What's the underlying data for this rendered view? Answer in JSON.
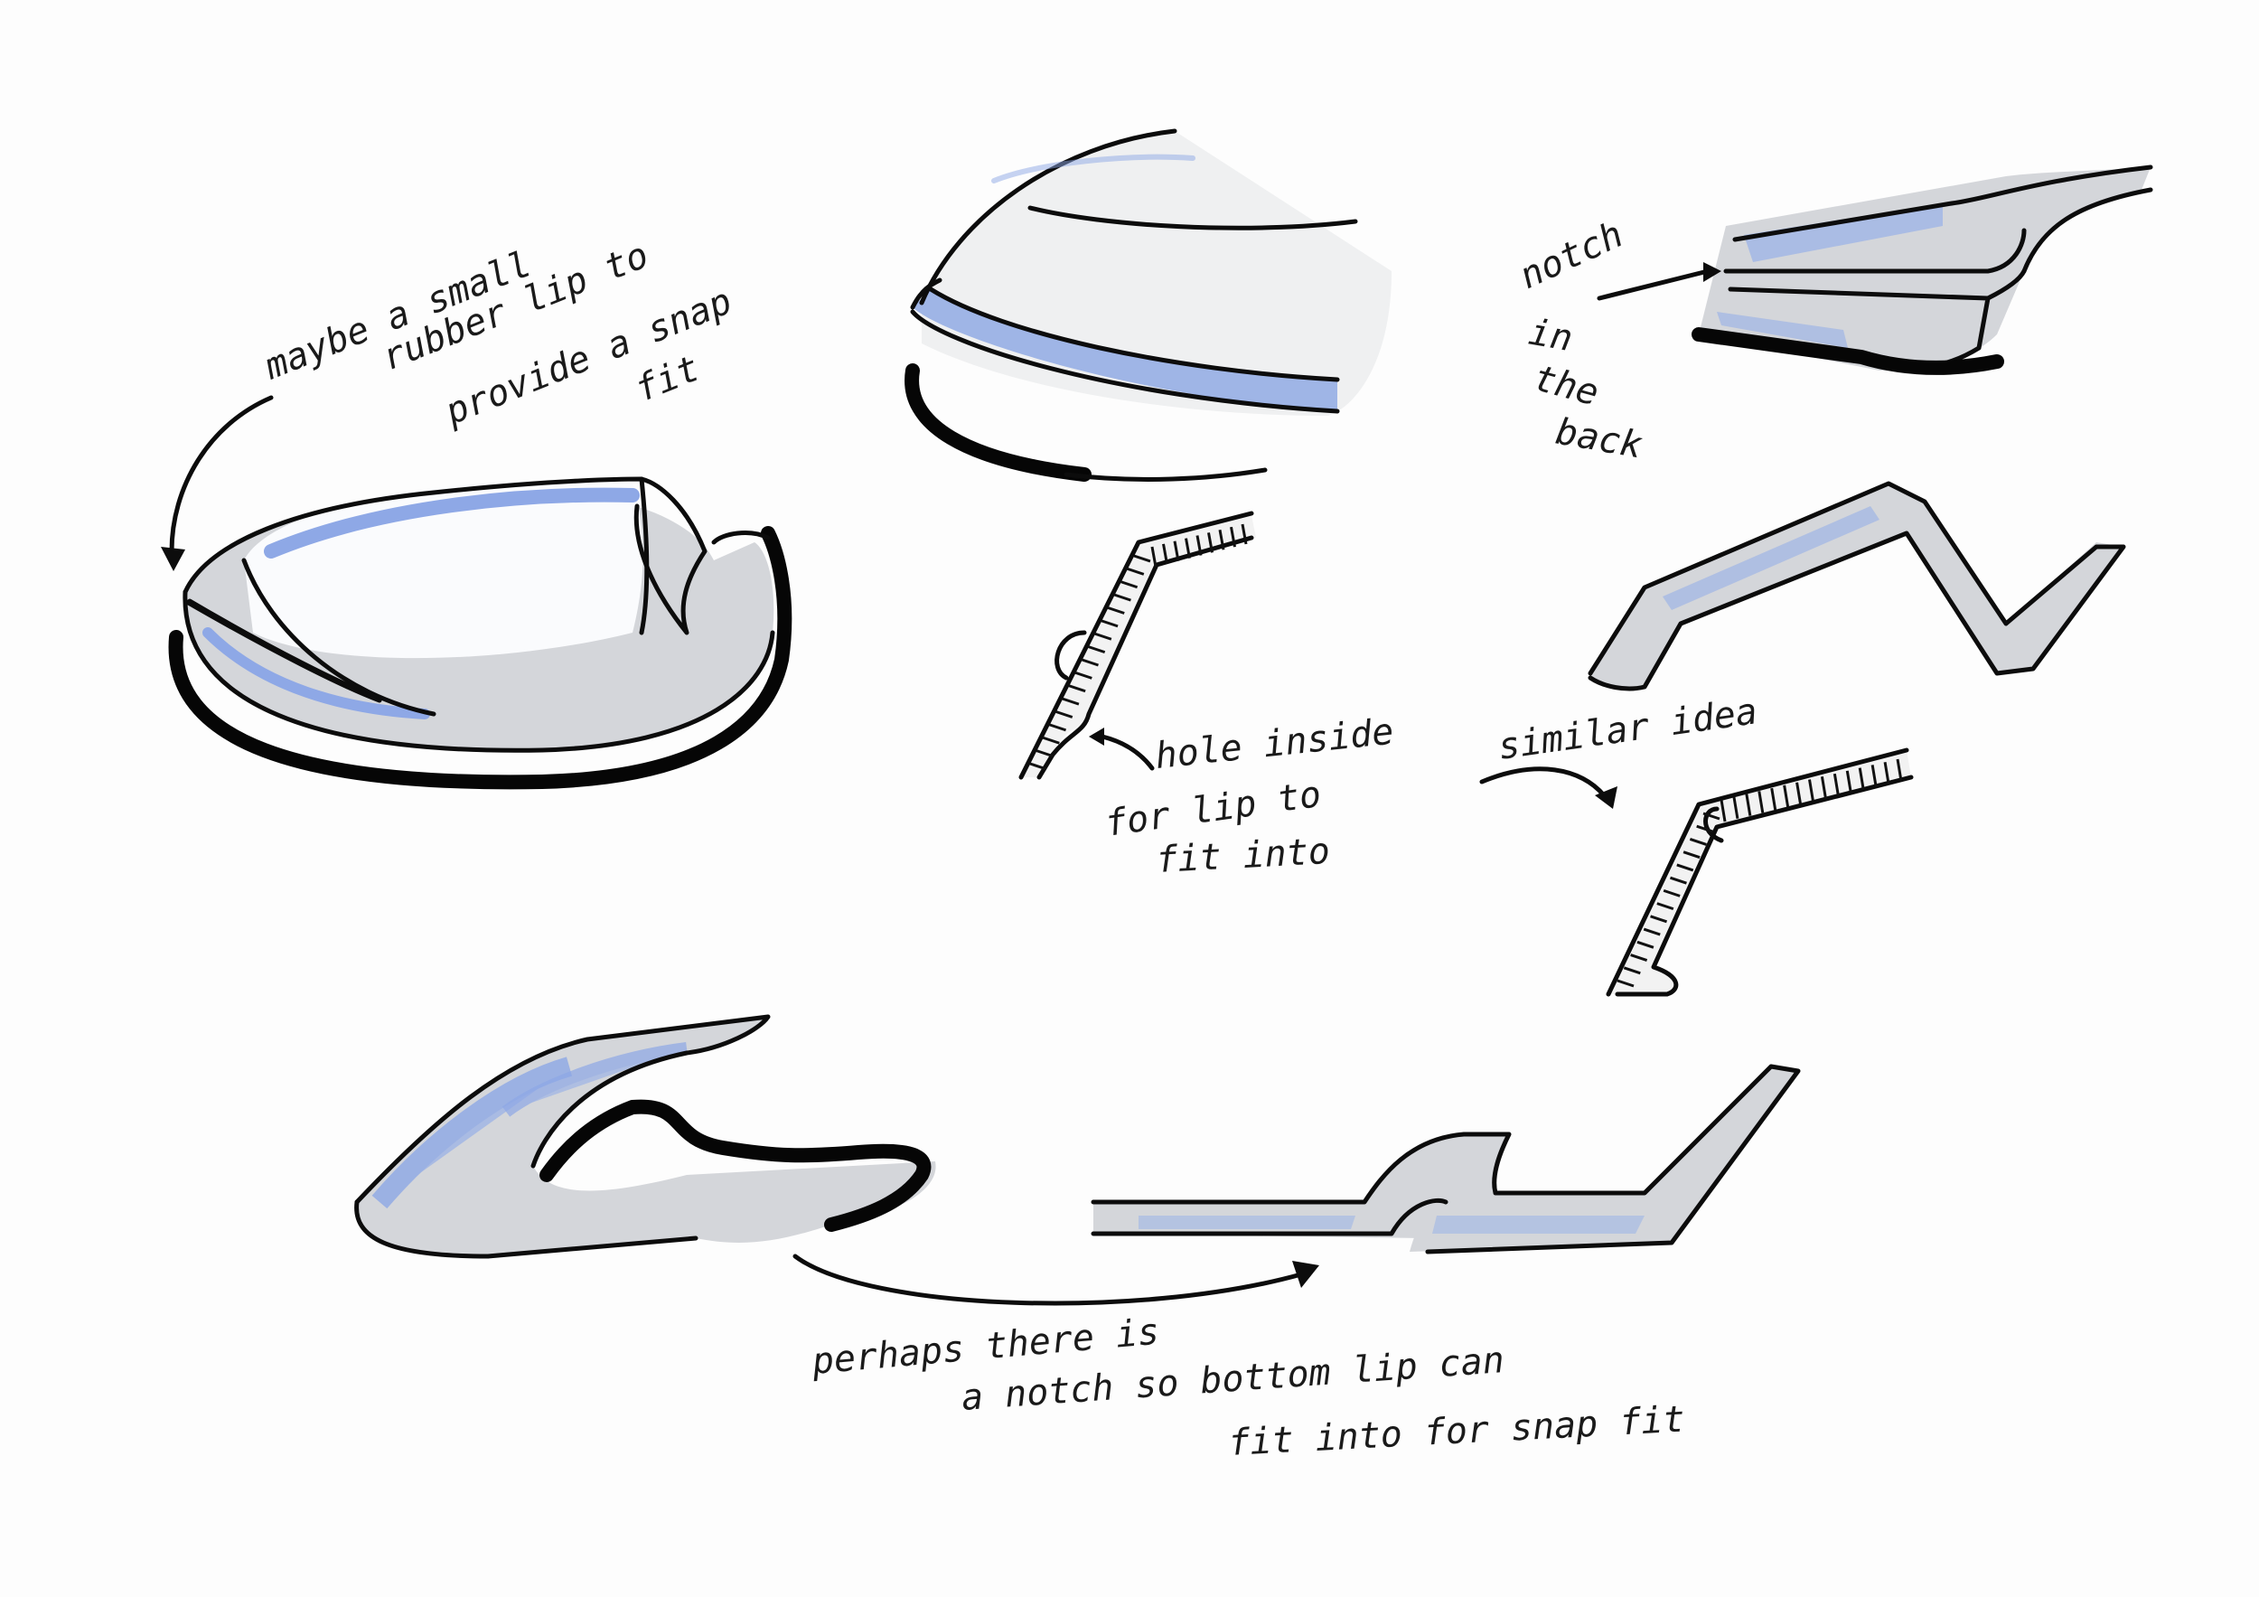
{
  "annotations": {
    "rubber_lip": [
      "maybe a small",
      "rubber lip to",
      "provide a snap",
      "fit"
    ],
    "notch_back": [
      "notch",
      "in",
      "the",
      "back"
    ],
    "hole_inside": [
      "hole inside",
      "for lip to",
      "fit into"
    ],
    "similar_idea": "similar idea",
    "perhaps_notch": [
      "perhaps there is",
      "a notch so bottom lip can",
      "fit into for snap fit"
    ]
  },
  "colors": {
    "ink": "#0c0c0c",
    "marker_grey": "#d4d6da",
    "pencil_blue": "#8ea8e6",
    "paper": "#fdfdfd"
  }
}
